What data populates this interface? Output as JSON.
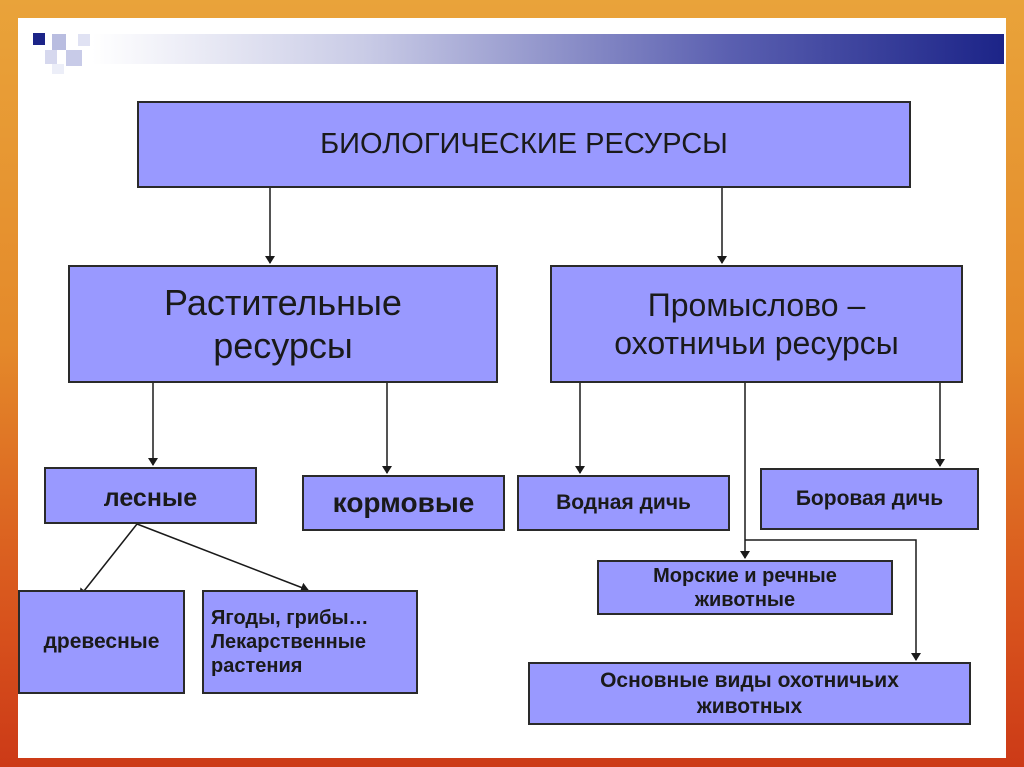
{
  "diagram": {
    "root": "БИОЛОГИЧЕСКИЕ РЕСУРСЫ",
    "plant": "Растительные\nресурсы",
    "game": "Промыслово  –\nохотничьи ресурсы",
    "forest": "лесные",
    "fodder": "кормовые",
    "waterfowl": "Водная дичь",
    "upland_game": "Боровая дичь",
    "woody": "древесные",
    "berries": "Ягоды, грибы…\nЛекарственные\n растения",
    "marine": "Морские и речные\nживотные",
    "main_species": "Основные виды охотничьих\nживотных"
  },
  "colors": {
    "box_fill": "#9999ff",
    "box_border": "#2a2a2a",
    "header_bar_end": "#1c2488",
    "frame": "#e4892a"
  }
}
